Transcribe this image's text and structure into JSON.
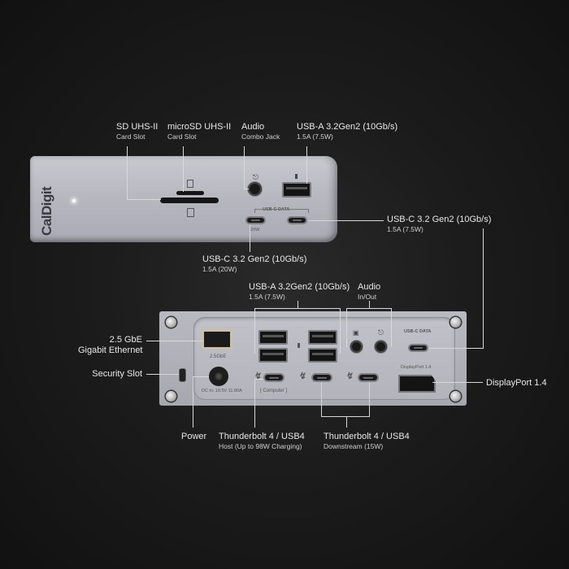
{
  "brand": "CalDigit",
  "front_panel": {
    "labels": {
      "sd_card": {
        "title": "SD UHS-II",
        "sub": "Card Slot"
      },
      "microsd_card": {
        "title": "microSD UHS-II",
        "sub": "Card Slot"
      },
      "audio_combo": {
        "title": "Audio",
        "sub": "Combo Jack"
      },
      "usb_a": {
        "title": "USB-A 3.2Gen2 (10Gb/s)",
        "sub": "1.5A (7.5W)"
      },
      "usb_c_right": {
        "title": "USB-C  3.2 Gen2 (10Gb/s)",
        "sub": "1.5A (7.5W)"
      },
      "usb_c_left": {
        "title": "USB-C  3.2 Gen2 (10Gb/s)",
        "sub": "1.5A (20W)"
      }
    },
    "device_text": {
      "usb_c_data": "USB-C DATA",
      "watt_20": "20W"
    }
  },
  "rear_panel": {
    "labels": {
      "usb_a": {
        "title": "USB-A 3.2Gen2 (10Gb/s)",
        "sub": "1.5A (7.5W)"
      },
      "audio": {
        "title": "Audio",
        "sub": "In/Out"
      },
      "ethernet": {
        "title": "2.5 GbE",
        "sub": "Gigabit Ethernet"
      },
      "security": {
        "title": "Security Slot"
      },
      "displayport": {
        "title": "DisplayPort 1.4"
      },
      "power": {
        "title": "Power"
      },
      "tb_host": {
        "title": "Thunderbolt 4 / USB4",
        "sub": "Host (Up to 98W Charging)"
      },
      "tb_downstream": {
        "title": "Thunderbolt 4 / USB4",
        "sub": "Downstream (15W)"
      }
    },
    "device_text": {
      "gbe": "2.5GbE",
      "dc_in": "DC in: 19.5V  11.80A",
      "computer": "[ Computer ]",
      "usb_c_data": "USB-C DATA",
      "displayport": "DisplayPort 1.4"
    }
  },
  "colors": {
    "background": "#1c1c1c",
    "device": "#b7b8c0",
    "text": "#e8e8e8",
    "line": "#d8d8d8"
  }
}
